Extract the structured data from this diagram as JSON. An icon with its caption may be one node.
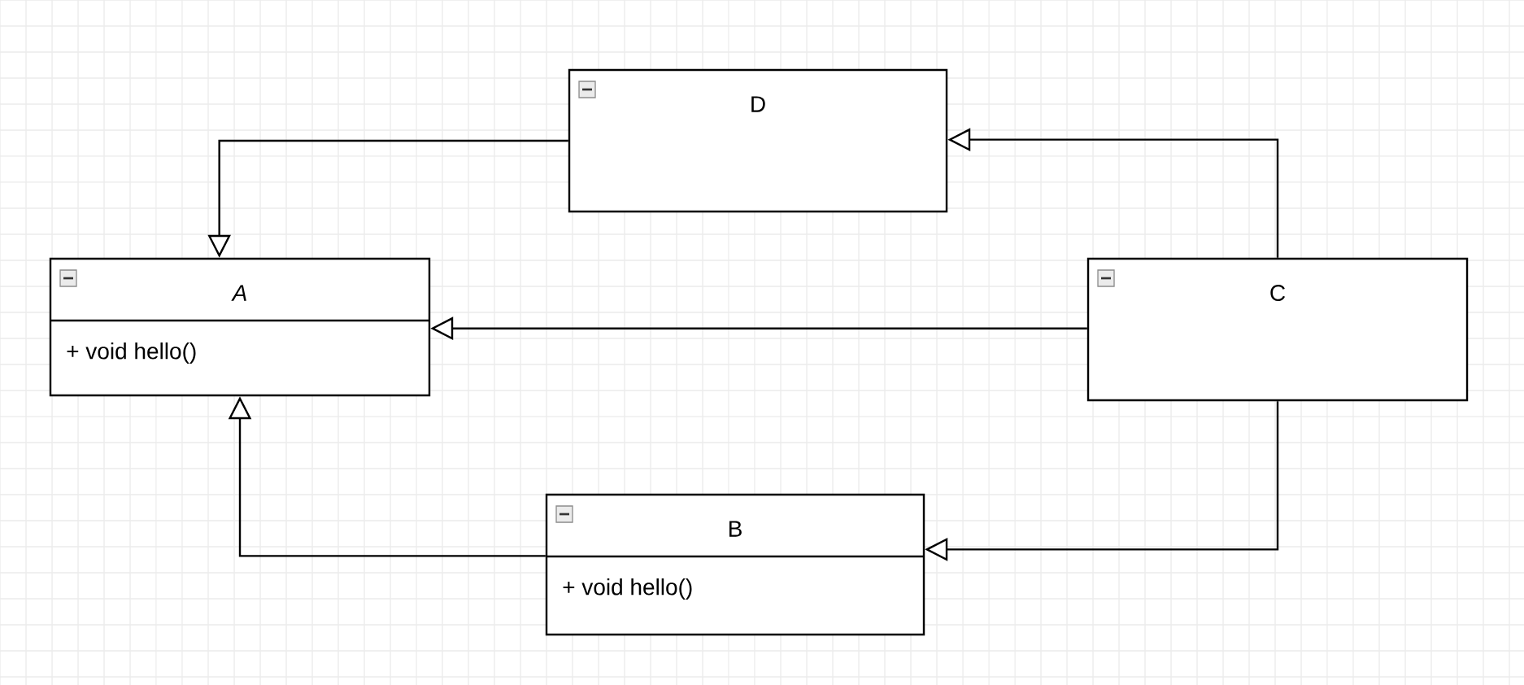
{
  "diagram": {
    "nodes": [
      {
        "text": [
          "D"
        ]
      },
      {
        "text": [
          "A",
          "+ void hello()"
        ]
      },
      {
        "text": [
          "C"
        ]
      },
      {
        "text": [
          "B",
          "+ void hello()"
        ]
      }
    ],
    "edges": [
      {
        "from": 0,
        "to": 1,
        "arrow": "to"
      },
      {
        "from": 2,
        "to": 0,
        "arrow": "to"
      },
      {
        "from": 2,
        "to": 1,
        "arrow": "to"
      },
      {
        "from": 2,
        "to": 3,
        "arrow": "to"
      },
      {
        "from": 3,
        "to": 1,
        "arrow": "to"
      }
    ]
  }
}
